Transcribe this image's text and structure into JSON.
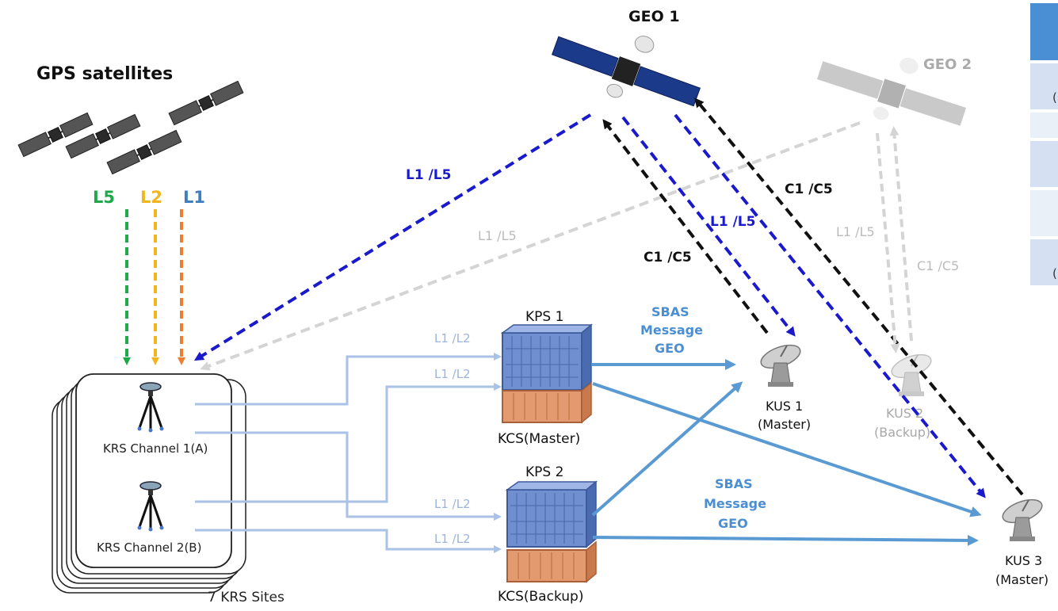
{
  "labels": {
    "gps_title": "GPS satellites",
    "geo1": "GEO 1",
    "geo2": "GEO 2",
    "band_l5": "L5",
    "band_l2": "L2",
    "band_l1": "L1",
    "l1l5_geo1": "L1 /L5",
    "l1l5_geo2": "L1 /L5",
    "l1l5_kus": "L1 /L5",
    "l1l5_kus2": "L1 /L5",
    "c1c5_a": "C1 /C5",
    "c1c5_b": "C1 /C5",
    "c1c5_geo2": "C1 /C5",
    "kps1": "KPS 1",
    "kps2": "KPS 2",
    "kcs_master": "KCS(Master)",
    "kcs_backup": "KCS(Backup)",
    "krs_a": "KRS Channel 1(A)",
    "krs_b": "KRS Channel 2(B)",
    "krs_sites": "7 KRS Sites",
    "l1l2_1": "L1 /L2",
    "l1l2_2": "L1 /L2",
    "l1l2_3": "L1 /L2",
    "l1l2_4": "L1 /L2",
    "sbas1_l1": "SBAS",
    "sbas1_l2": "Message",
    "sbas1_l3": "GEO",
    "sbas2_l1": "SBAS",
    "sbas2_l2": "Message",
    "sbas2_l3": "GEO",
    "kus1_name": "KUS 1",
    "kus1_role": "(Master)",
    "kus2_name": "KUS 2",
    "kus2_role": "(Backup)",
    "kus3_name": "KUS 3",
    "kus3_role": "(Master)",
    "cut_char_1": "(",
    "cut_char_2": "("
  },
  "colors": {
    "l5_green": "#1fa84a",
    "l2_yellow": "#f2b51d",
    "l1_orange": "#ee7d31",
    "band_l1_blue": "#3f7fc1",
    "dark_blue_link": "#1a1acc",
    "light_gray_link": "#d4d4d4",
    "uplink_black": "#111111",
    "krs_feed": "#a9c2e6",
    "sbas_blue": "#5a9ad3",
    "kps_blue": "#6f8fd1",
    "kcs_orange": "#e39a6e",
    "panel_blue": "#4a8ed3"
  }
}
